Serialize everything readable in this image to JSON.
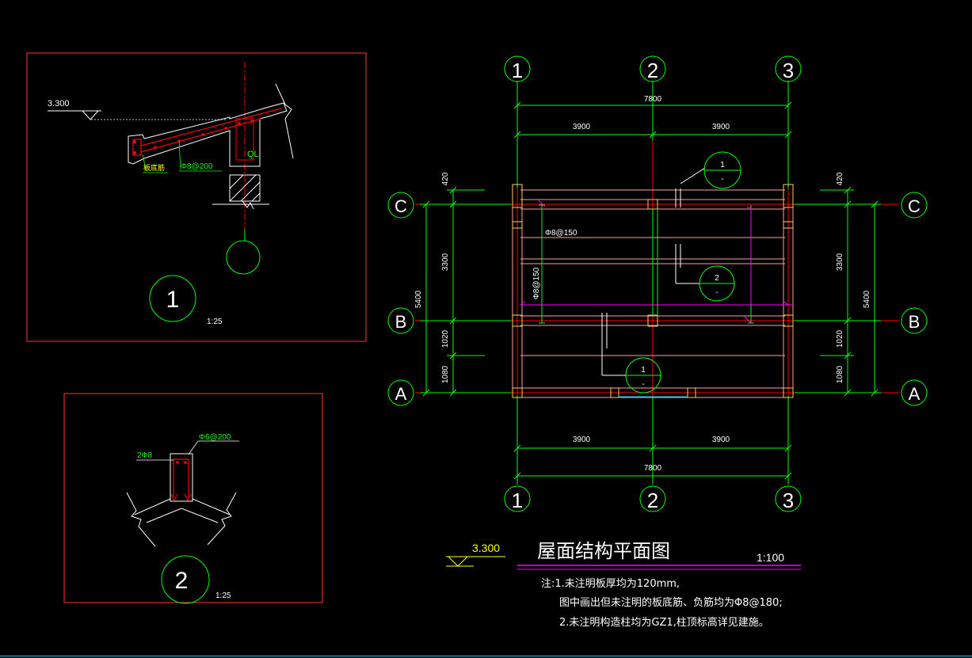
{
  "detail1": {
    "elevation": "3.300",
    "rebar_label_left": "板底筋",
    "rebar_label_mid": "Φ8@200",
    "beam_label": "QL",
    "number": "1",
    "scale": "1:25"
  },
  "detail2": {
    "rebar_top": "2Φ8",
    "stirrup": "Φ6@200",
    "number": "2",
    "scale": "1:25"
  },
  "plan": {
    "axes_numbers": [
      "1",
      "2",
      "3"
    ],
    "axes_letters": [
      "C",
      "B",
      "A"
    ],
    "dim_total": "7800",
    "dim_bays": [
      "3900",
      "3900"
    ],
    "dim_left_vertical": [
      "420",
      "3300",
      "1020",
      "1080"
    ],
    "dim_left_total": "5400",
    "dim_right_vertical": [
      "420",
      "3300",
      "1020",
      "1080"
    ],
    "dim_right_total": "5400",
    "rebar_h": "Φ8@150",
    "rebar_v": "Φ8@150",
    "section_tags": [
      {
        "num": "1",
        "sub": "-"
      },
      {
        "num": "2",
        "sub": "-"
      },
      {
        "num": "1",
        "sub": "-"
      }
    ]
  },
  "title_block": {
    "elevation": "3.300",
    "title": "屋面结构平面图",
    "scale": "1:100",
    "note1": "注:1.未注明板厚均为120mm,",
    "note2": "图中画出但未注明的板底筋、负筋均为Φ8@180;",
    "note3": "2.未注明构造柱均为GZ1,柱顶标高详见建施。"
  },
  "colors": {
    "background": "#000000",
    "frame": "#ff3333",
    "dimension": "#00ff00",
    "axis": "#ff0000",
    "concrete": "#ff7f7f",
    "white": "#ffffff",
    "yellow": "#ffff00",
    "magenta": "#ff00ff",
    "cyan": "#00c8ff"
  }
}
